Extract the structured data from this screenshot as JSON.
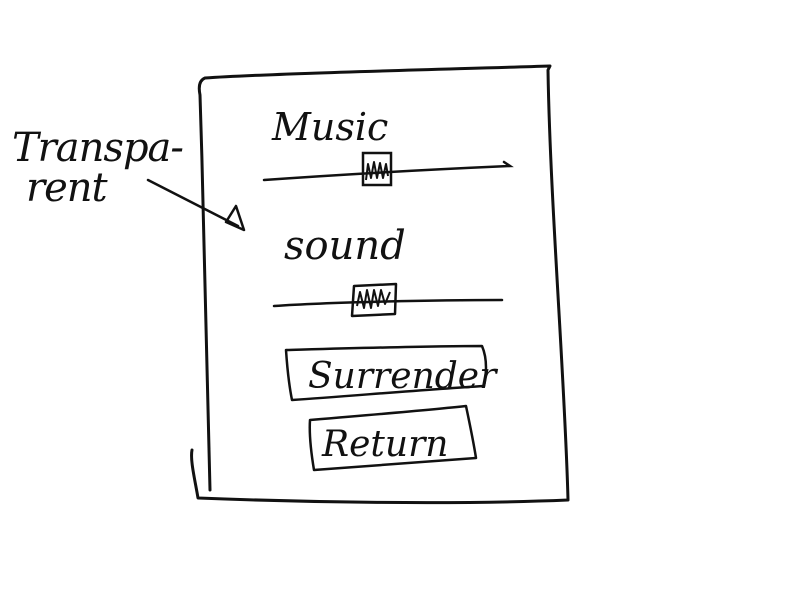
{
  "annotation": {
    "line1": "Transpa-",
    "line2": "rent"
  },
  "panel": {
    "music": {
      "label": "Music",
      "level": 0.46
    },
    "sound": {
      "label": "sound",
      "level": 0.41
    },
    "buttons": {
      "surrender": "Surrender",
      "return": "Return"
    }
  }
}
